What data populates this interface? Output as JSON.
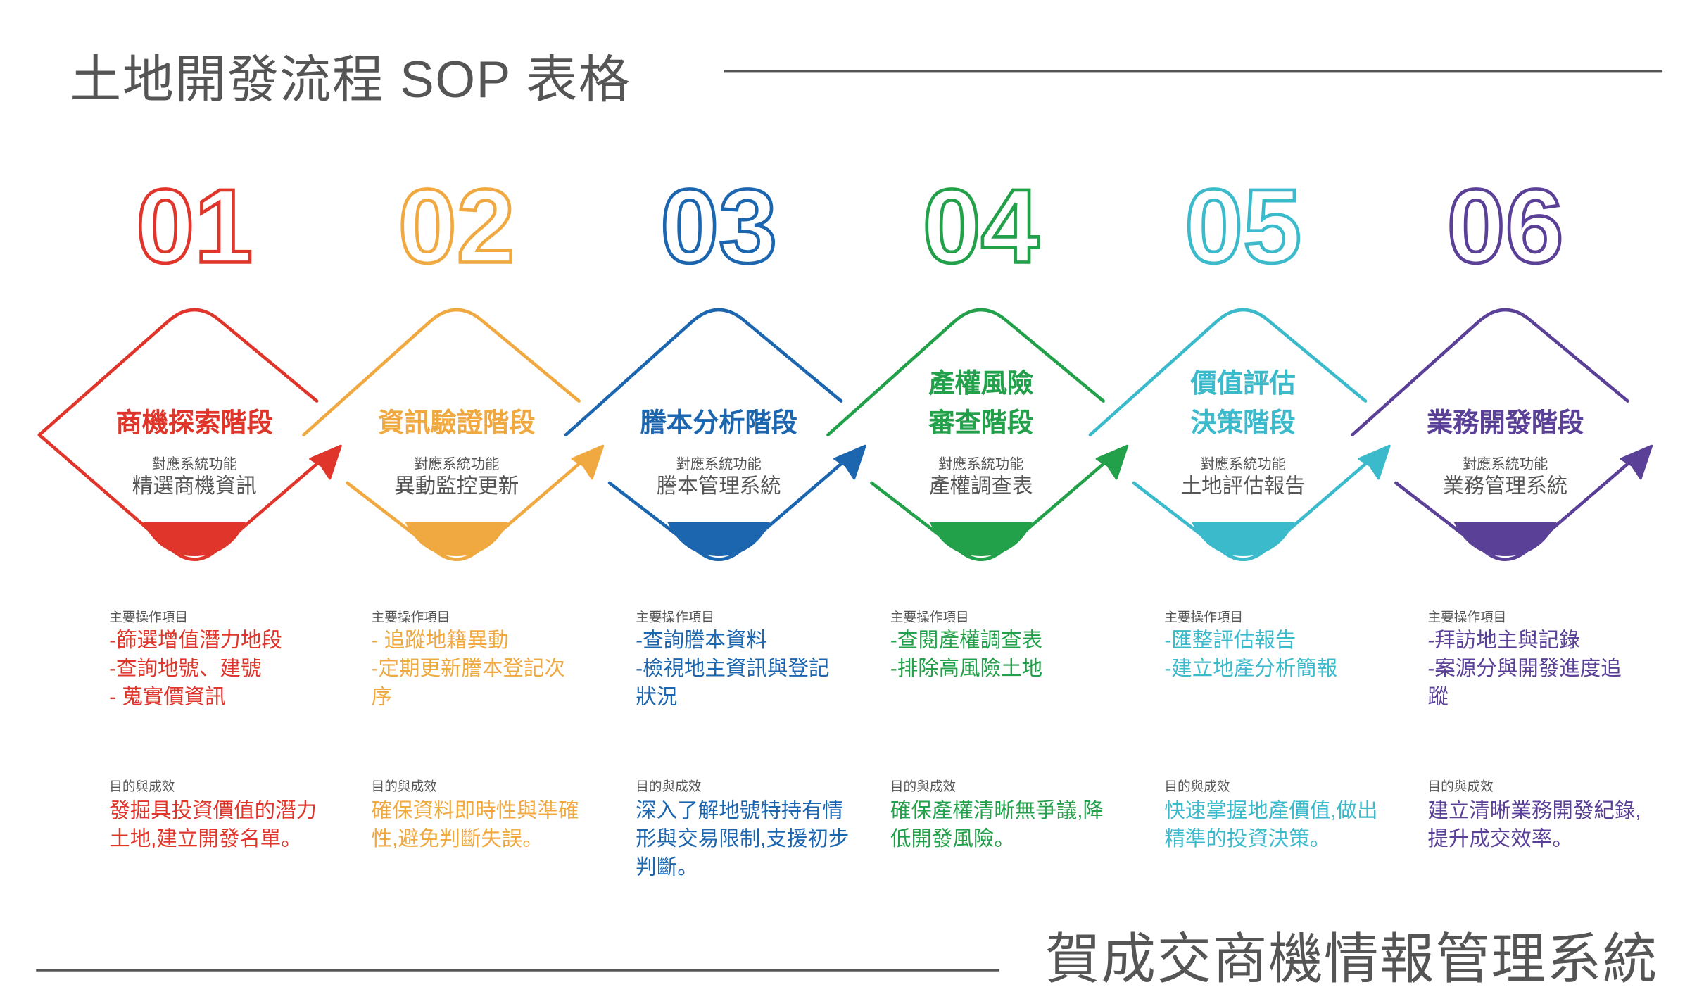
{
  "header": {
    "title": "土地開發流程 SOP 表格"
  },
  "footer": {
    "brand": "賀成交商機情報管理系統"
  },
  "labels": {
    "system": "對應系統功能",
    "operations": "主要操作項目",
    "purpose": "目的與成效"
  },
  "stages": [
    {
      "number": "01",
      "color": "#e0352b",
      "title": [
        "商機探索階段"
      ],
      "system": "精選商機資訊",
      "operations": [
        "-篩選增值潛力地段",
        "-查詢地號、建號",
        "- 蒐實價資訊"
      ],
      "purpose": "發掘具投資價值的潛力土地,建立開發名單。"
    },
    {
      "number": "02",
      "color": "#f0a940",
      "title": [
        "資訊驗證階段"
      ],
      "system": "異動監控更新",
      "operations": [
        "- 追蹤地籍異動",
        "-定期更新謄本登記次序"
      ],
      "purpose": "確保資料即時性與準確性,避免判斷失誤。"
    },
    {
      "number": "03",
      "color": "#1c66b0",
      "title": [
        "謄本分析階段"
      ],
      "system": "謄本管理系統",
      "operations": [
        "-查詢謄本資料",
        "-檢視地主資訊與登記狀況"
      ],
      "purpose": "深入了解地號特持有情形與交易限制,支援初步判斷。"
    },
    {
      "number": "04",
      "color": "#22a04a",
      "title": [
        "產權風險",
        "審查階段"
      ],
      "system": "產權調查表",
      "operations": [
        "-查閱產權調查表",
        "-排除高風險土地"
      ],
      "purpose": "確保產權清晰無爭議,降低開發風險。"
    },
    {
      "number": "05",
      "color": "#3bbacb",
      "title": [
        "價值評估",
        "決策階段"
      ],
      "system": "土地評估報告",
      "operations": [
        "-匯整評估報告",
        "-建立地產分析簡報"
      ],
      "purpose": "快速掌握地產價值,做出精準的投資決策。"
    },
    {
      "number": "06",
      "color": "#5b4097",
      "title": [
        "業務開發階段"
      ],
      "system": "業務管理系統",
      "operations": [
        "-拜訪地主與記錄",
        "-案源分與開發進度追蹤"
      ],
      "purpose": "建立清晰業務開發紀錄,提升成交效率。"
    }
  ]
}
